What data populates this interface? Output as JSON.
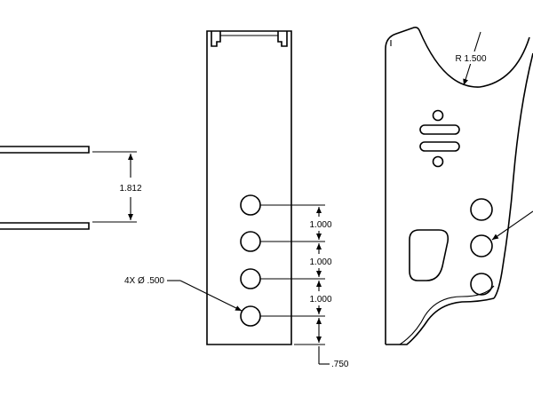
{
  "drawing": {
    "left_view": {
      "dim_height": "1.812"
    },
    "center_view": {
      "hole_callout": "4X Ø .500",
      "spacing_1": "1.000",
      "spacing_2": "1.000",
      "spacing_3": "1.000",
      "bottom_offset": ".750"
    },
    "right_view": {
      "radius_callout": "R 1.500"
    }
  }
}
